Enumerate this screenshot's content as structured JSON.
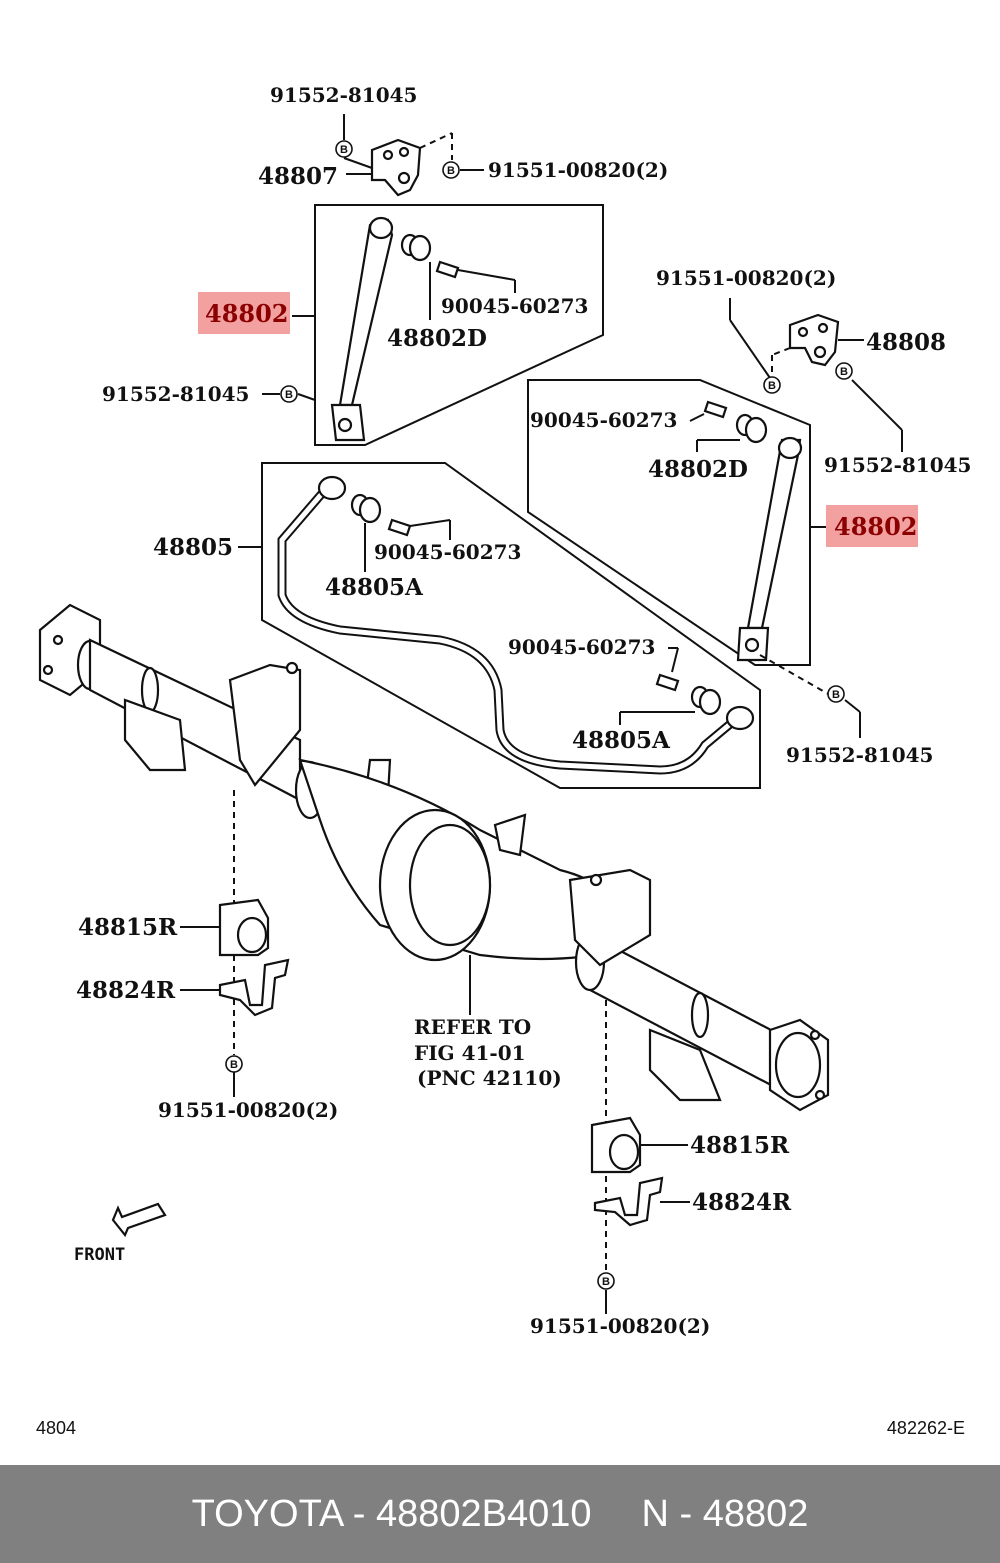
{
  "labels": {
    "p91552_top": "91552-81045",
    "p48807": "48807",
    "p91551_top": "91551-00820(2)",
    "p48802_left": "48802",
    "p90045_a": "90045-60273",
    "p48802D_a": "48802D",
    "p91552_left": "91552-81045",
    "p91551_right": "91551-00820(2)",
    "p48808": "48808",
    "p90045_b": "90045-60273",
    "p48802D_b": "48802D",
    "p91552_right": "91552-81045",
    "p48802_right": "48802",
    "p48805": "48805",
    "p90045_c": "90045-60273",
    "p48805A_a": "48805A",
    "p90045_d": "90045-60273",
    "p48805A_b": "48805A",
    "p91552_bottom": "91552-81045",
    "p48815R_left": "48815R",
    "p48824R_left": "48824R",
    "p91551_left_bottom": "91551-00820(2)",
    "refer_1": "REFER TO",
    "refer_2": "FIG 41-01",
    "refer_3": "(PNC 42110)",
    "p48815R_right": "48815R",
    "p48824R_right": "48824R",
    "p91551_right_bottom": "91551-00820(2)",
    "front": "FRONT",
    "bolt_marker": "B"
  },
  "corner": {
    "left": "4804",
    "right": "482262-E"
  },
  "footer": {
    "brand_part": "TOYOTA - 48802B4010",
    "pnc": "N - 48802"
  },
  "colors": {
    "highlight": "#f3a0a0",
    "highlight_text": "#8b0000",
    "footer_bg": "#808080"
  }
}
